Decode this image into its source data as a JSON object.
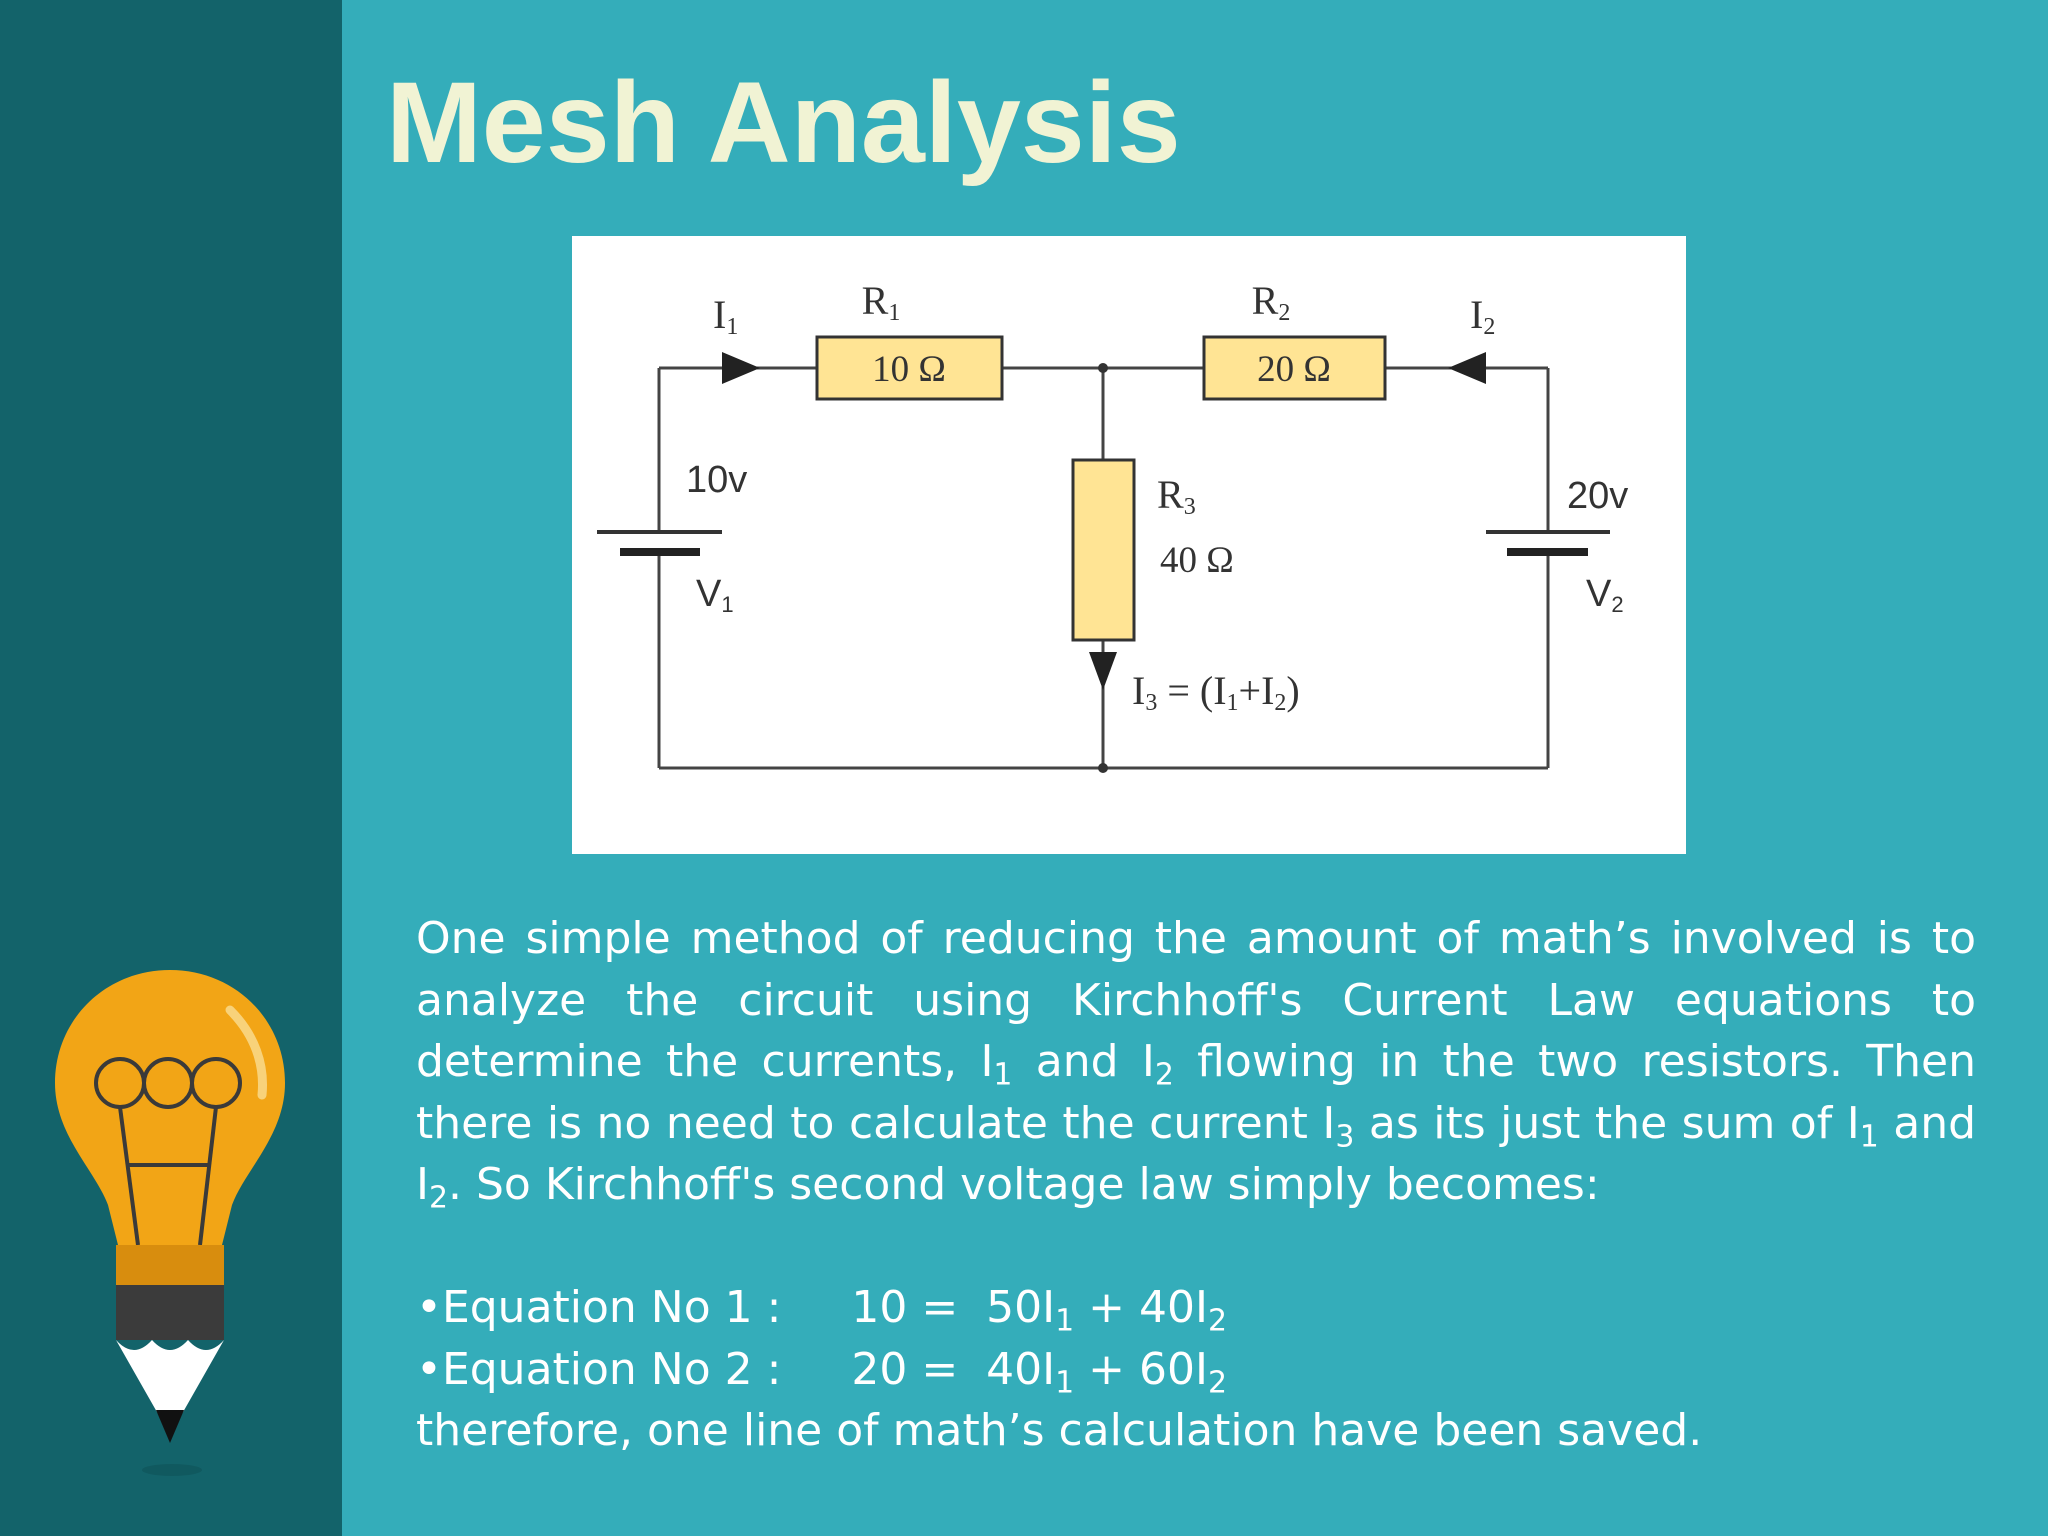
{
  "slide": {
    "title": "Mesh Analysis"
  },
  "circuit": {
    "r1": {
      "name": "R",
      "sub": "1",
      "value": "10 Ω"
    },
    "r2": {
      "name": "R",
      "sub": "2",
      "value": "20 Ω"
    },
    "r3": {
      "name": "R",
      "sub": "3",
      "value": "40 Ω"
    },
    "i1": {
      "name": "I",
      "sub": "1"
    },
    "i2": {
      "name": "I",
      "sub": "2"
    },
    "v1": {
      "voltage": "10v",
      "name": "V",
      "sub": "1"
    },
    "v2": {
      "voltage": "20v",
      "name": "V",
      "sub": "2"
    },
    "i3_label": {
      "i3": "I",
      "i3_sub": "3",
      "eq": " = (I",
      "a_sub": "1",
      "plus": "+I",
      "b_sub": "2",
      "close": ")"
    }
  },
  "body": {
    "p1": "One simple method of reducing the amount of math’s involved is to analyze the circuit using Kirchhoff's Current Law equations to determine the currents, I",
    "p1_sub1": "1",
    "p2": " and I",
    "p2_sub2": "2",
    "p3": " flowing in the two resistors. Then there is no need to calculate the current I",
    "p3_sub3": "3",
    "p4": " as its just the sum of I",
    "p4_sub1": "1",
    "p5": " and I",
    "p5_sub2": "2",
    "p6": ". So Kirchhoff's second voltage law simply becomes:",
    "eq1": {
      "label": "•Equation No 1 :     10 =  50I",
      "s1": "1",
      "mid": " + 40I",
      "s2": "2"
    },
    "eq2": {
      "label": "•Equation No 2 :     20 =  40I",
      "s1": "1",
      "mid": " + 60I",
      "s2": "2"
    },
    "conclusion": "therefore, one line of math’s calculation have been saved."
  }
}
